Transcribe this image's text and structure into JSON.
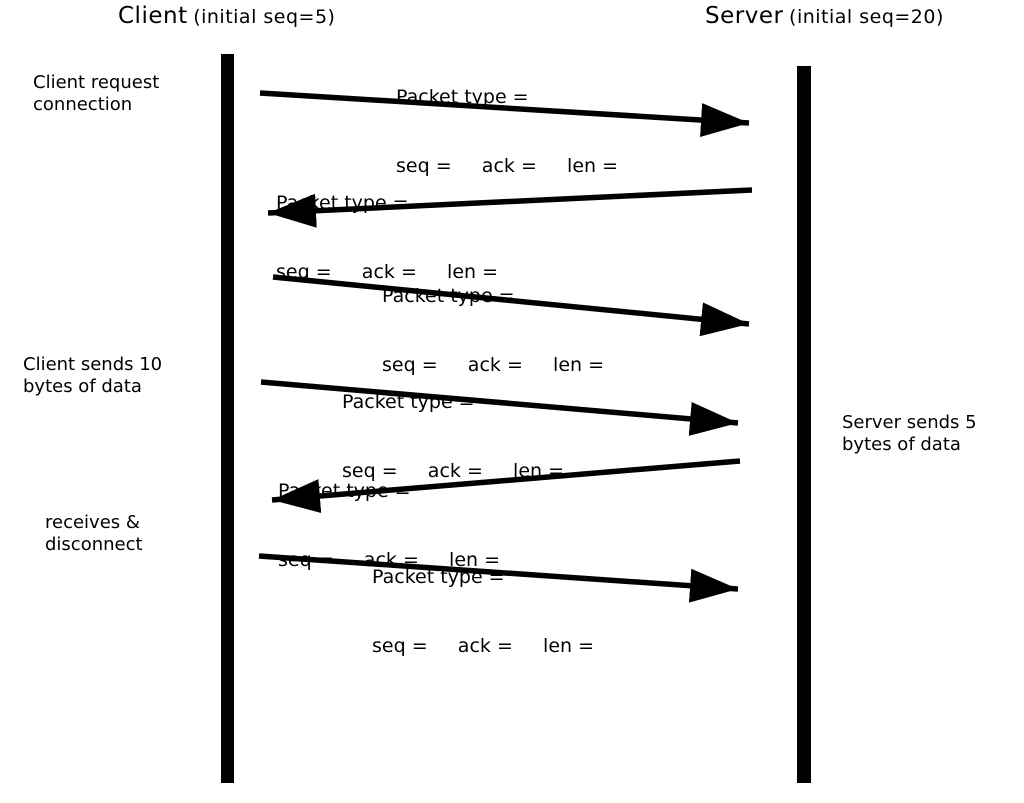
{
  "diagram": {
    "participants": {
      "client": {
        "name": "Client",
        "detail": "(initial seq=5)"
      },
      "server": {
        "name": "Server",
        "detail": "(initial seq=20)"
      }
    },
    "side_notes": {
      "client_request": "Client request\nconnection",
      "client_sends": "Client sends 10\nbytes of data",
      "client_receives": "receives &\ndisconnect",
      "server_sends": "Server sends 5\nbytes of data"
    },
    "messages": [
      {
        "direction": "client-to-server",
        "line1": "Packet type =",
        "line2": "seq =     ack =     len ="
      },
      {
        "direction": "server-to-client",
        "line1": "Packet type =",
        "line2": "seq =     ack =     len ="
      },
      {
        "direction": "client-to-server",
        "line1": "Packet type =",
        "line2": "seq =     ack =     len ="
      },
      {
        "direction": "client-to-server",
        "line1": "Packet type =",
        "line2": "seq =     ack =     len ="
      },
      {
        "direction": "server-to-client",
        "line1": "Packet type =",
        "line2": "seq =     ack =     len ="
      },
      {
        "direction": "client-to-server",
        "line1": "Packet type =",
        "line2": "seq =     ack =     len ="
      }
    ],
    "colors": {
      "ink": "#000000",
      "background": "#ffffff"
    }
  }
}
